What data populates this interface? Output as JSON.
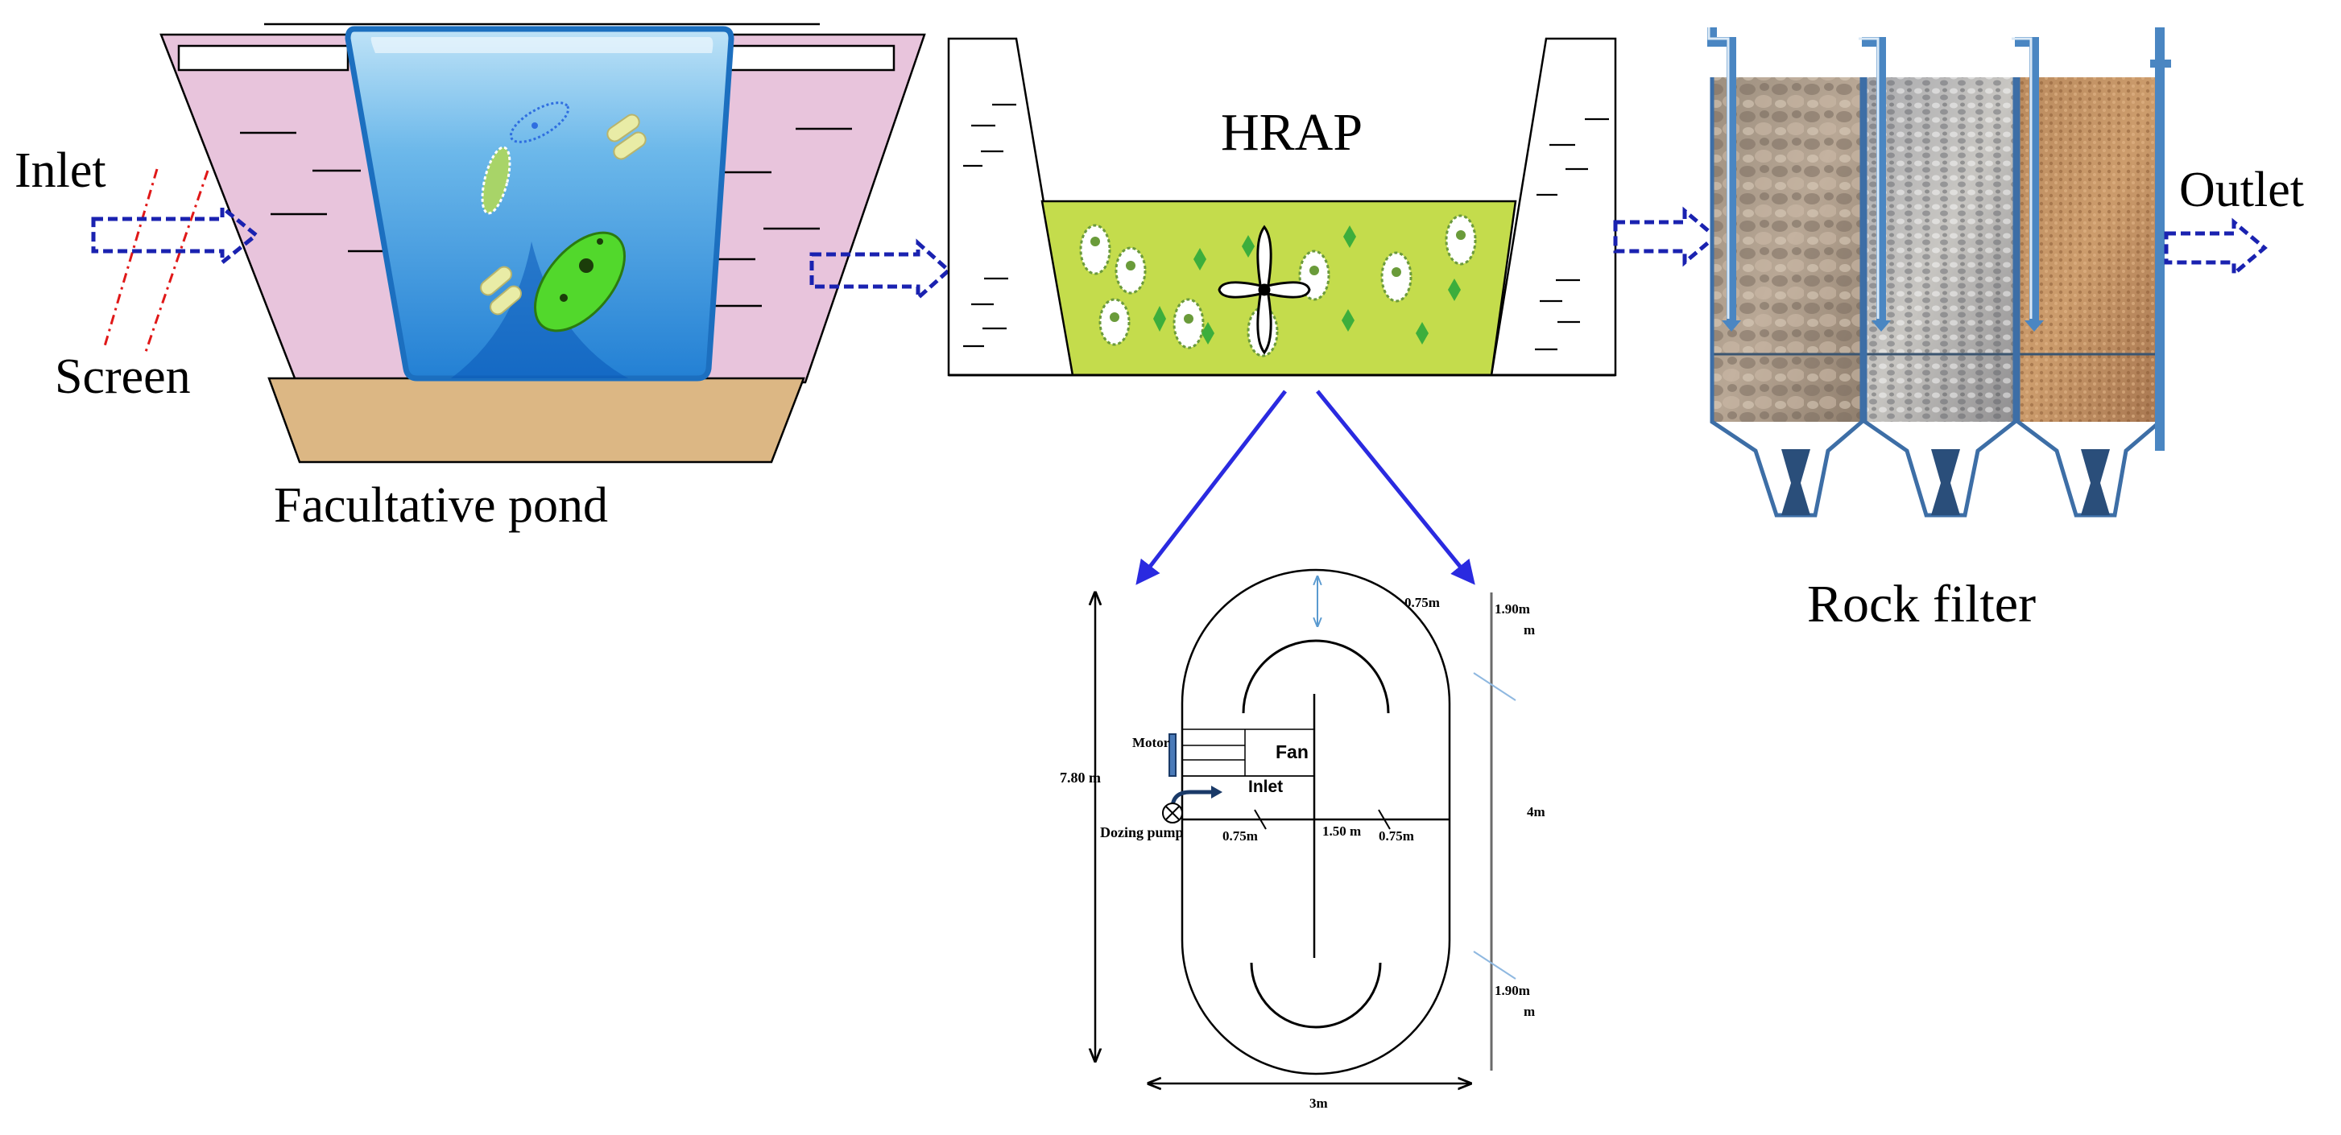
{
  "labels": {
    "inlet": "Inlet",
    "screen": "Screen",
    "facultative_pond": "Facultative pond",
    "hrap": "HRAP",
    "rock_filter": "Rock filter",
    "outlet": "Outlet"
  },
  "plan": {
    "motor": "Motor",
    "fan": "Fan",
    "inlet": "Inlet",
    "dozing_pump": "Dozing pump",
    "length_label": "7.80 m",
    "top_channel": "0.75m",
    "top_right_a": "1.90m",
    "top_right_b": "m",
    "width_right": "4m",
    "bottom_right_a": "1.90m",
    "bottom_right_b": "m",
    "left_channel": "0.75m",
    "center_gap": "1.50 m",
    "right_channel": "0.75m",
    "width_bottom": "3m"
  },
  "colors": {
    "pond_side": "#e8c4dc",
    "pond_base": "#dcb784",
    "water_blue": "#4aa3e6",
    "algae_green": "#c4dc4c",
    "arrow_blue": "#1a22b0",
    "screen_red": "#e01818",
    "pointer_blue": "#2a2ae0"
  }
}
